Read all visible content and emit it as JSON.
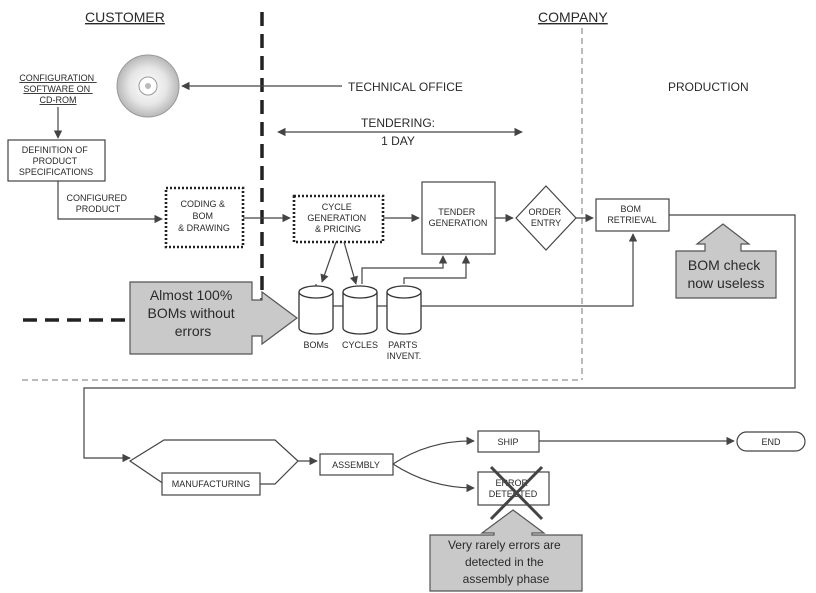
{
  "headers": {
    "customer": "CUSTOMER",
    "company": "COMPANY"
  },
  "sections": {
    "technical_office": "TECHNICAL OFFICE",
    "production": "PRODUCTION"
  },
  "tendering": {
    "line1": "TENDERING:",
    "line2": "1 DAY"
  },
  "nodes": {
    "config_software": [
      "CONFIGURATION",
      "SOFTWARE ON",
      "CD-ROM"
    ],
    "definition": [
      "DEFINITION OF",
      "PRODUCT",
      "SPECIFICATIONS"
    ],
    "configured_product": [
      "CONFIGURED",
      "PRODUCT"
    ],
    "coding": [
      "CODING &",
      "BOM",
      "& DRAWING"
    ],
    "cycle": [
      "CYCLE",
      "GENERATION",
      "& PRICING"
    ],
    "tender": [
      "TENDER",
      "GENERATION"
    ],
    "order": [
      "ORDER",
      "ENTRY"
    ],
    "bom_retrieval": [
      "BOM",
      "RETRIEVAL"
    ],
    "manufacturing": "MANUFACTURING",
    "assembly": "ASSEMBLY",
    "ship": "SHIP",
    "end": "END",
    "error": [
      "ERROR",
      "DETECTED"
    ]
  },
  "databases": {
    "boms": "BOMs",
    "cycles": "CYCLES",
    "parts": [
      "PARTS",
      "INVENT."
    ]
  },
  "callouts": {
    "boms_errors": [
      "Almost 100%",
      "BOMs without",
      "errors"
    ],
    "bom_check": [
      "BOM check",
      "now  useless"
    ],
    "rare_errors": [
      "Very rarely errors are",
      "detected in the",
      "assembly phase"
    ]
  },
  "icons": {
    "cd": "cd-rom-icon",
    "cross": "cross-out-icon"
  },
  "colors": {
    "callout_fill": "#c9c9c9",
    "line": "#444444"
  }
}
